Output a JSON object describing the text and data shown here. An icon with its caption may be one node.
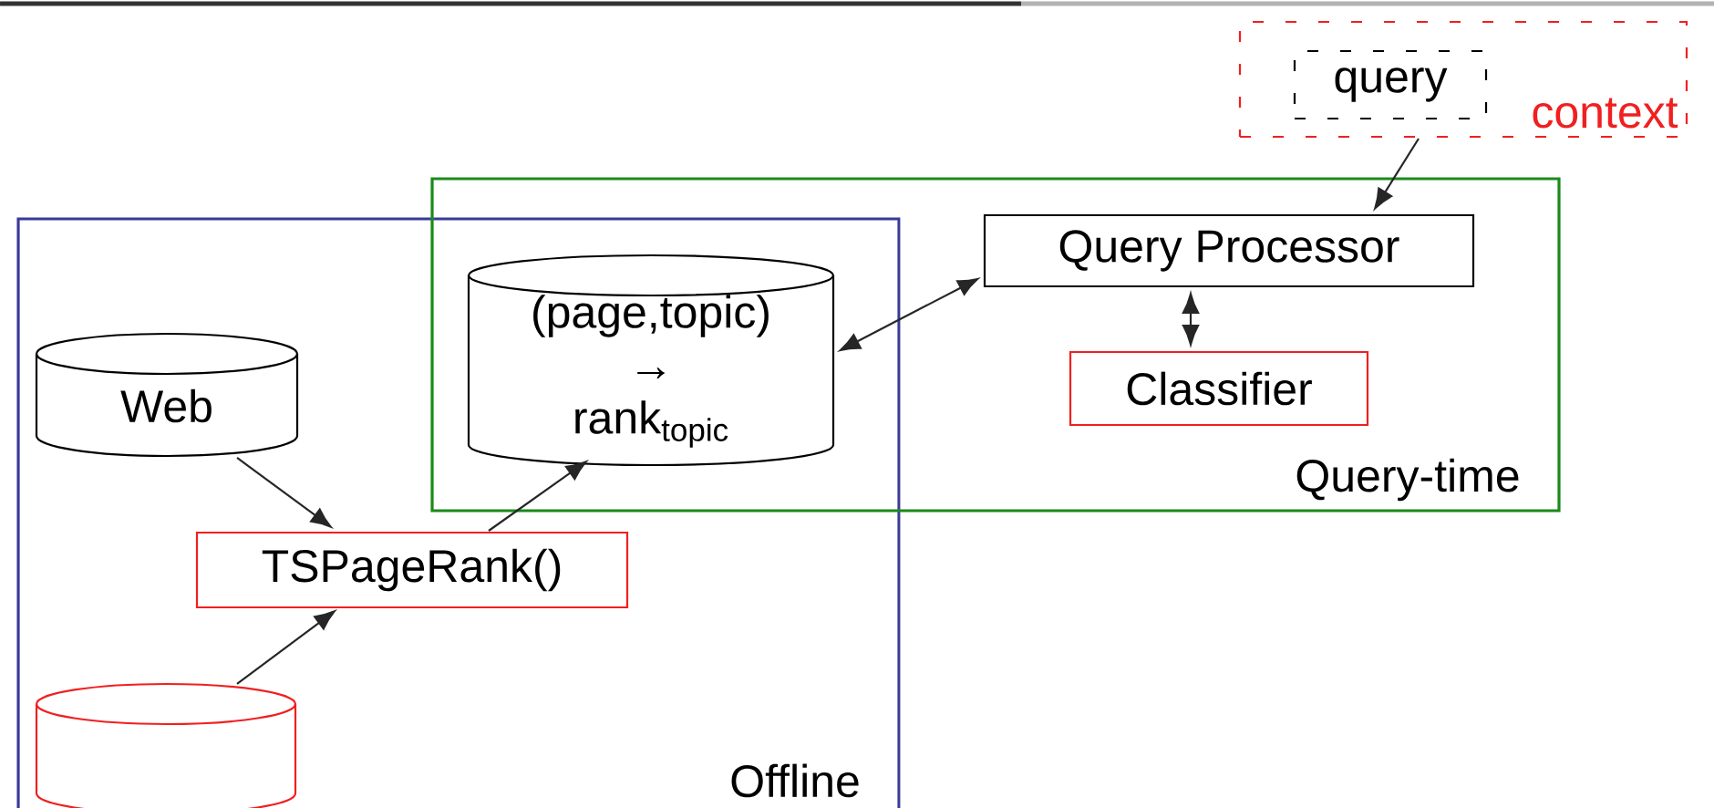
{
  "diagram": {
    "nodes": [
      {
        "text": [
          "Offline"
        ]
      },
      {
        "text": [
          "Query-time"
        ]
      },
      {
        "text": [
          "context"
        ]
      },
      {
        "text": [
          "query"
        ],
        "in": 2
      },
      {
        "text": [
          "Web"
        ],
        "in": 0
      },
      {
        "text": [],
        "shape": "cylinder",
        "in": 0
      },
      {
        "text": [
          "TSPageRank()"
        ],
        "in": 0
      },
      {
        "text": [
          "(page,topic)",
          "→",
          "rank$_{topic}$"
        ]
      },
      {
        "text": [
          "Query Processor"
        ],
        "in": 1
      },
      {
        "text": [
          "Classifier"
        ],
        "in": 1
      }
    ],
    "edges": [
      {
        "from": 2,
        "to": 8,
        "arrow": "to"
      },
      {
        "from": 8,
        "to": 7,
        "arrow": "both"
      },
      {
        "from": 8,
        "to": 9,
        "arrow": "both"
      },
      {
        "from": 4,
        "to": 6,
        "arrow": "to"
      },
      {
        "from": 5,
        "to": 6,
        "arrow": "to"
      },
      {
        "from": 6,
        "to": 7,
        "arrow": "to"
      }
    ]
  }
}
